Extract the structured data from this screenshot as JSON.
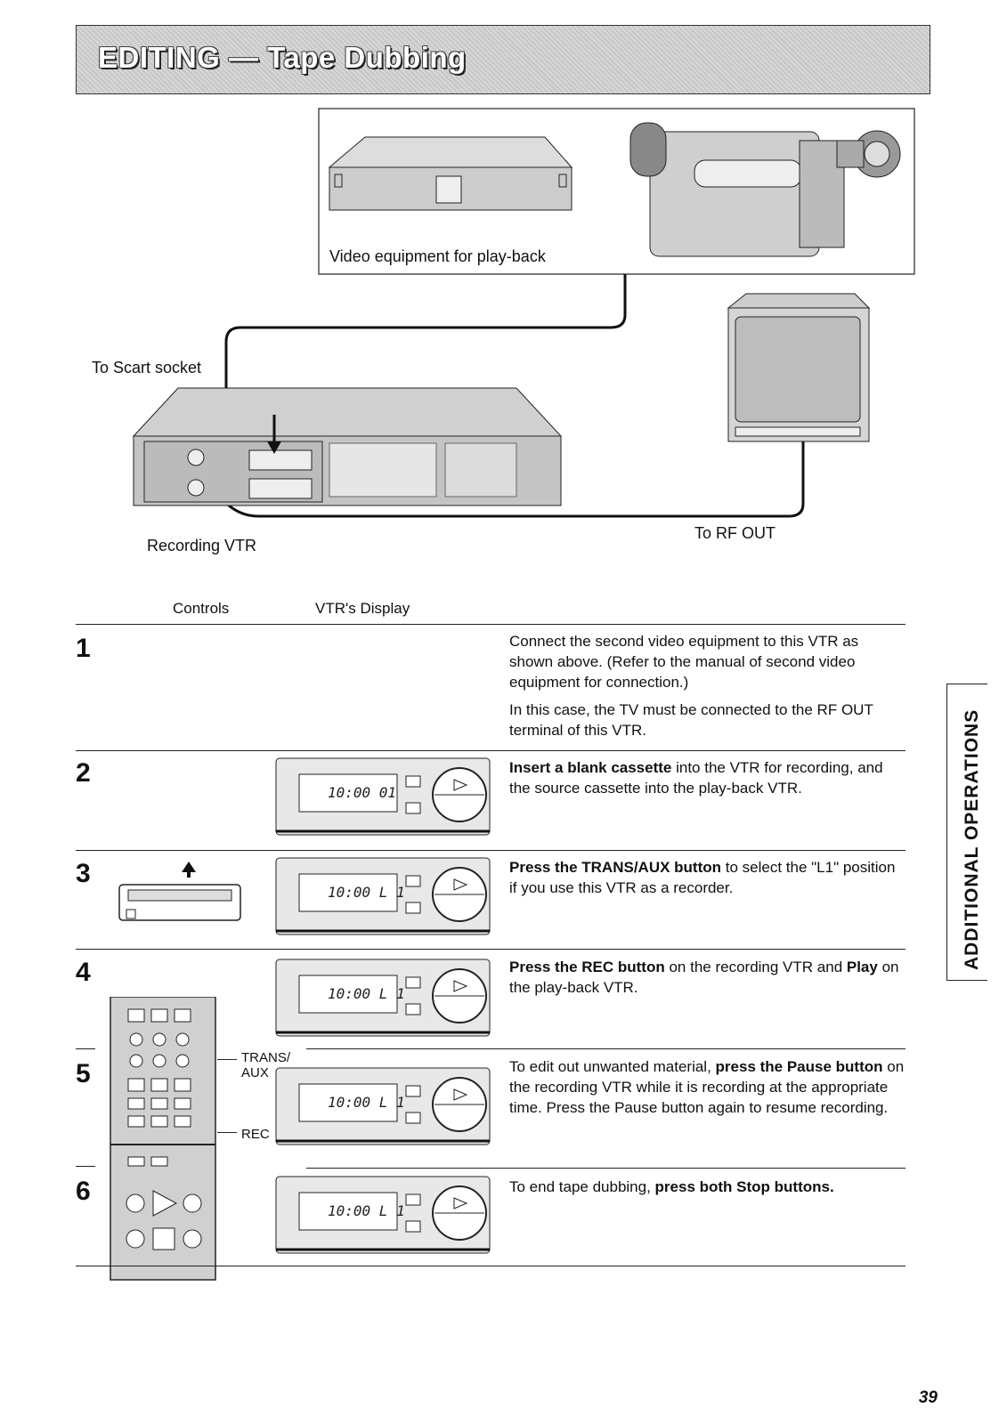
{
  "header": {
    "title": "EDITING — Tape Dubbing"
  },
  "diagram": {
    "playback_label": "Video equipment for play-back",
    "scart_label": "To Scart socket",
    "recording_label": "Recording VTR",
    "rfout_label": "To RF OUT"
  },
  "columns": {
    "controls": "Controls",
    "display": "VTR's Display"
  },
  "displays": {
    "d2": "10:00  01",
    "d3": "10:00  L 1",
    "d4": "10:00  L 1",
    "d5": "10:00  L 1",
    "d6": "10:00  L 1"
  },
  "remote_labels": {
    "trans_aux_1": "TRANS/",
    "trans_aux_2": "AUX",
    "rec": "REC"
  },
  "steps": [
    {
      "num": "1",
      "p1": "Connect the second video equipment to this VTR as shown above. (Refer to the manual of second video equipment for connection.)",
      "p2": "In this case, the TV must be connected to the RF OUT terminal of this VTR."
    },
    {
      "num": "2",
      "b1": "Insert a blank cassette",
      "t1": " into the VTR for recording, and the source cassette into the play-back VTR."
    },
    {
      "num": "3",
      "b1": "Press the TRANS/AUX button",
      "t1": " to select the \"L1\" position if you use this VTR as a recorder."
    },
    {
      "num": "4",
      "b1": "Press the REC button",
      "t1": " on the recording VTR and ",
      "b2": "Play",
      "t2": " on the play-back VTR."
    },
    {
      "num": "5",
      "t0": "To edit out unwanted material, ",
      "b1": "press the Pause button",
      "t1": " on the recording VTR while it is recording at the appropriate time.  Press the Pause button again to resume recording."
    },
    {
      "num": "6",
      "t0": "To end tape dubbing, ",
      "b1": "press both Stop buttons."
    }
  ],
  "side_tab": "ADDITIONAL OPERATIONS",
  "page_number": "39"
}
